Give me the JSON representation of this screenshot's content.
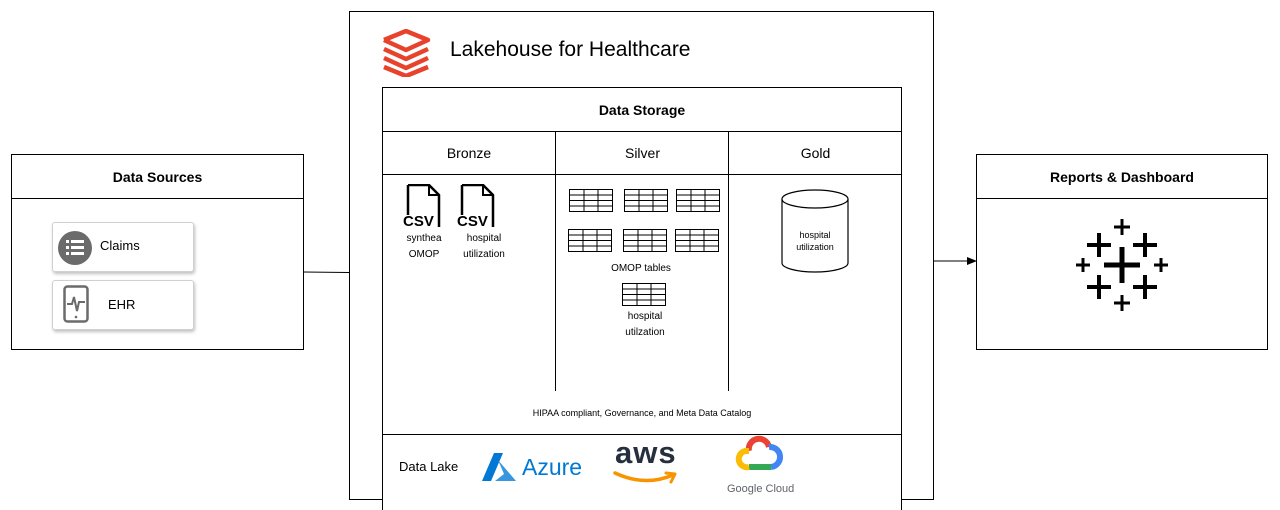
{
  "lakehouse": {
    "title": "Lakehouse for Healthcare"
  },
  "storage": {
    "header": "Data Storage"
  },
  "layers": [
    {
      "name": "Bronze"
    },
    {
      "name": "Silver"
    },
    {
      "name": "Gold"
    }
  ],
  "bronze": {
    "files": [
      {
        "type": "CSV",
        "label_line1": "synthea",
        "label_line2": "OMOP"
      },
      {
        "type": "CSV",
        "label_line1": "hospital",
        "label_line2": "utilization"
      }
    ]
  },
  "silver": {
    "omop_label": "OMOP tables",
    "hospital_label_line1": "hospital",
    "hospital_label_line2": "utilzation"
  },
  "gold": {
    "db_label_line1": "hospital",
    "db_label_line2": "utilization"
  },
  "governance": {
    "text": "HIPAA compliant, Governance, and Meta Data Catalog"
  },
  "datalake": {
    "label": "Data Lake",
    "providers": [
      {
        "name": "Azure"
      },
      {
        "name": "aws"
      },
      {
        "name": "Google Cloud"
      }
    ]
  },
  "sources": {
    "header": "Data Sources",
    "items": [
      {
        "label": "Claims",
        "icon": "list-icon"
      },
      {
        "label": "EHR",
        "icon": "tablet-pulse-icon"
      }
    ]
  },
  "reports": {
    "header": "Reports & Dashboard",
    "icon": "tableau-icon"
  },
  "colors": {
    "databricks": "#e8412c",
    "azure": "#0078d4",
    "aws_arrow": "#f79400",
    "aws_text": "#252f3e",
    "google_red": "#ea4335",
    "google_blue": "#4285f4",
    "google_yellow": "#fbbc05",
    "google_green": "#34a853"
  }
}
